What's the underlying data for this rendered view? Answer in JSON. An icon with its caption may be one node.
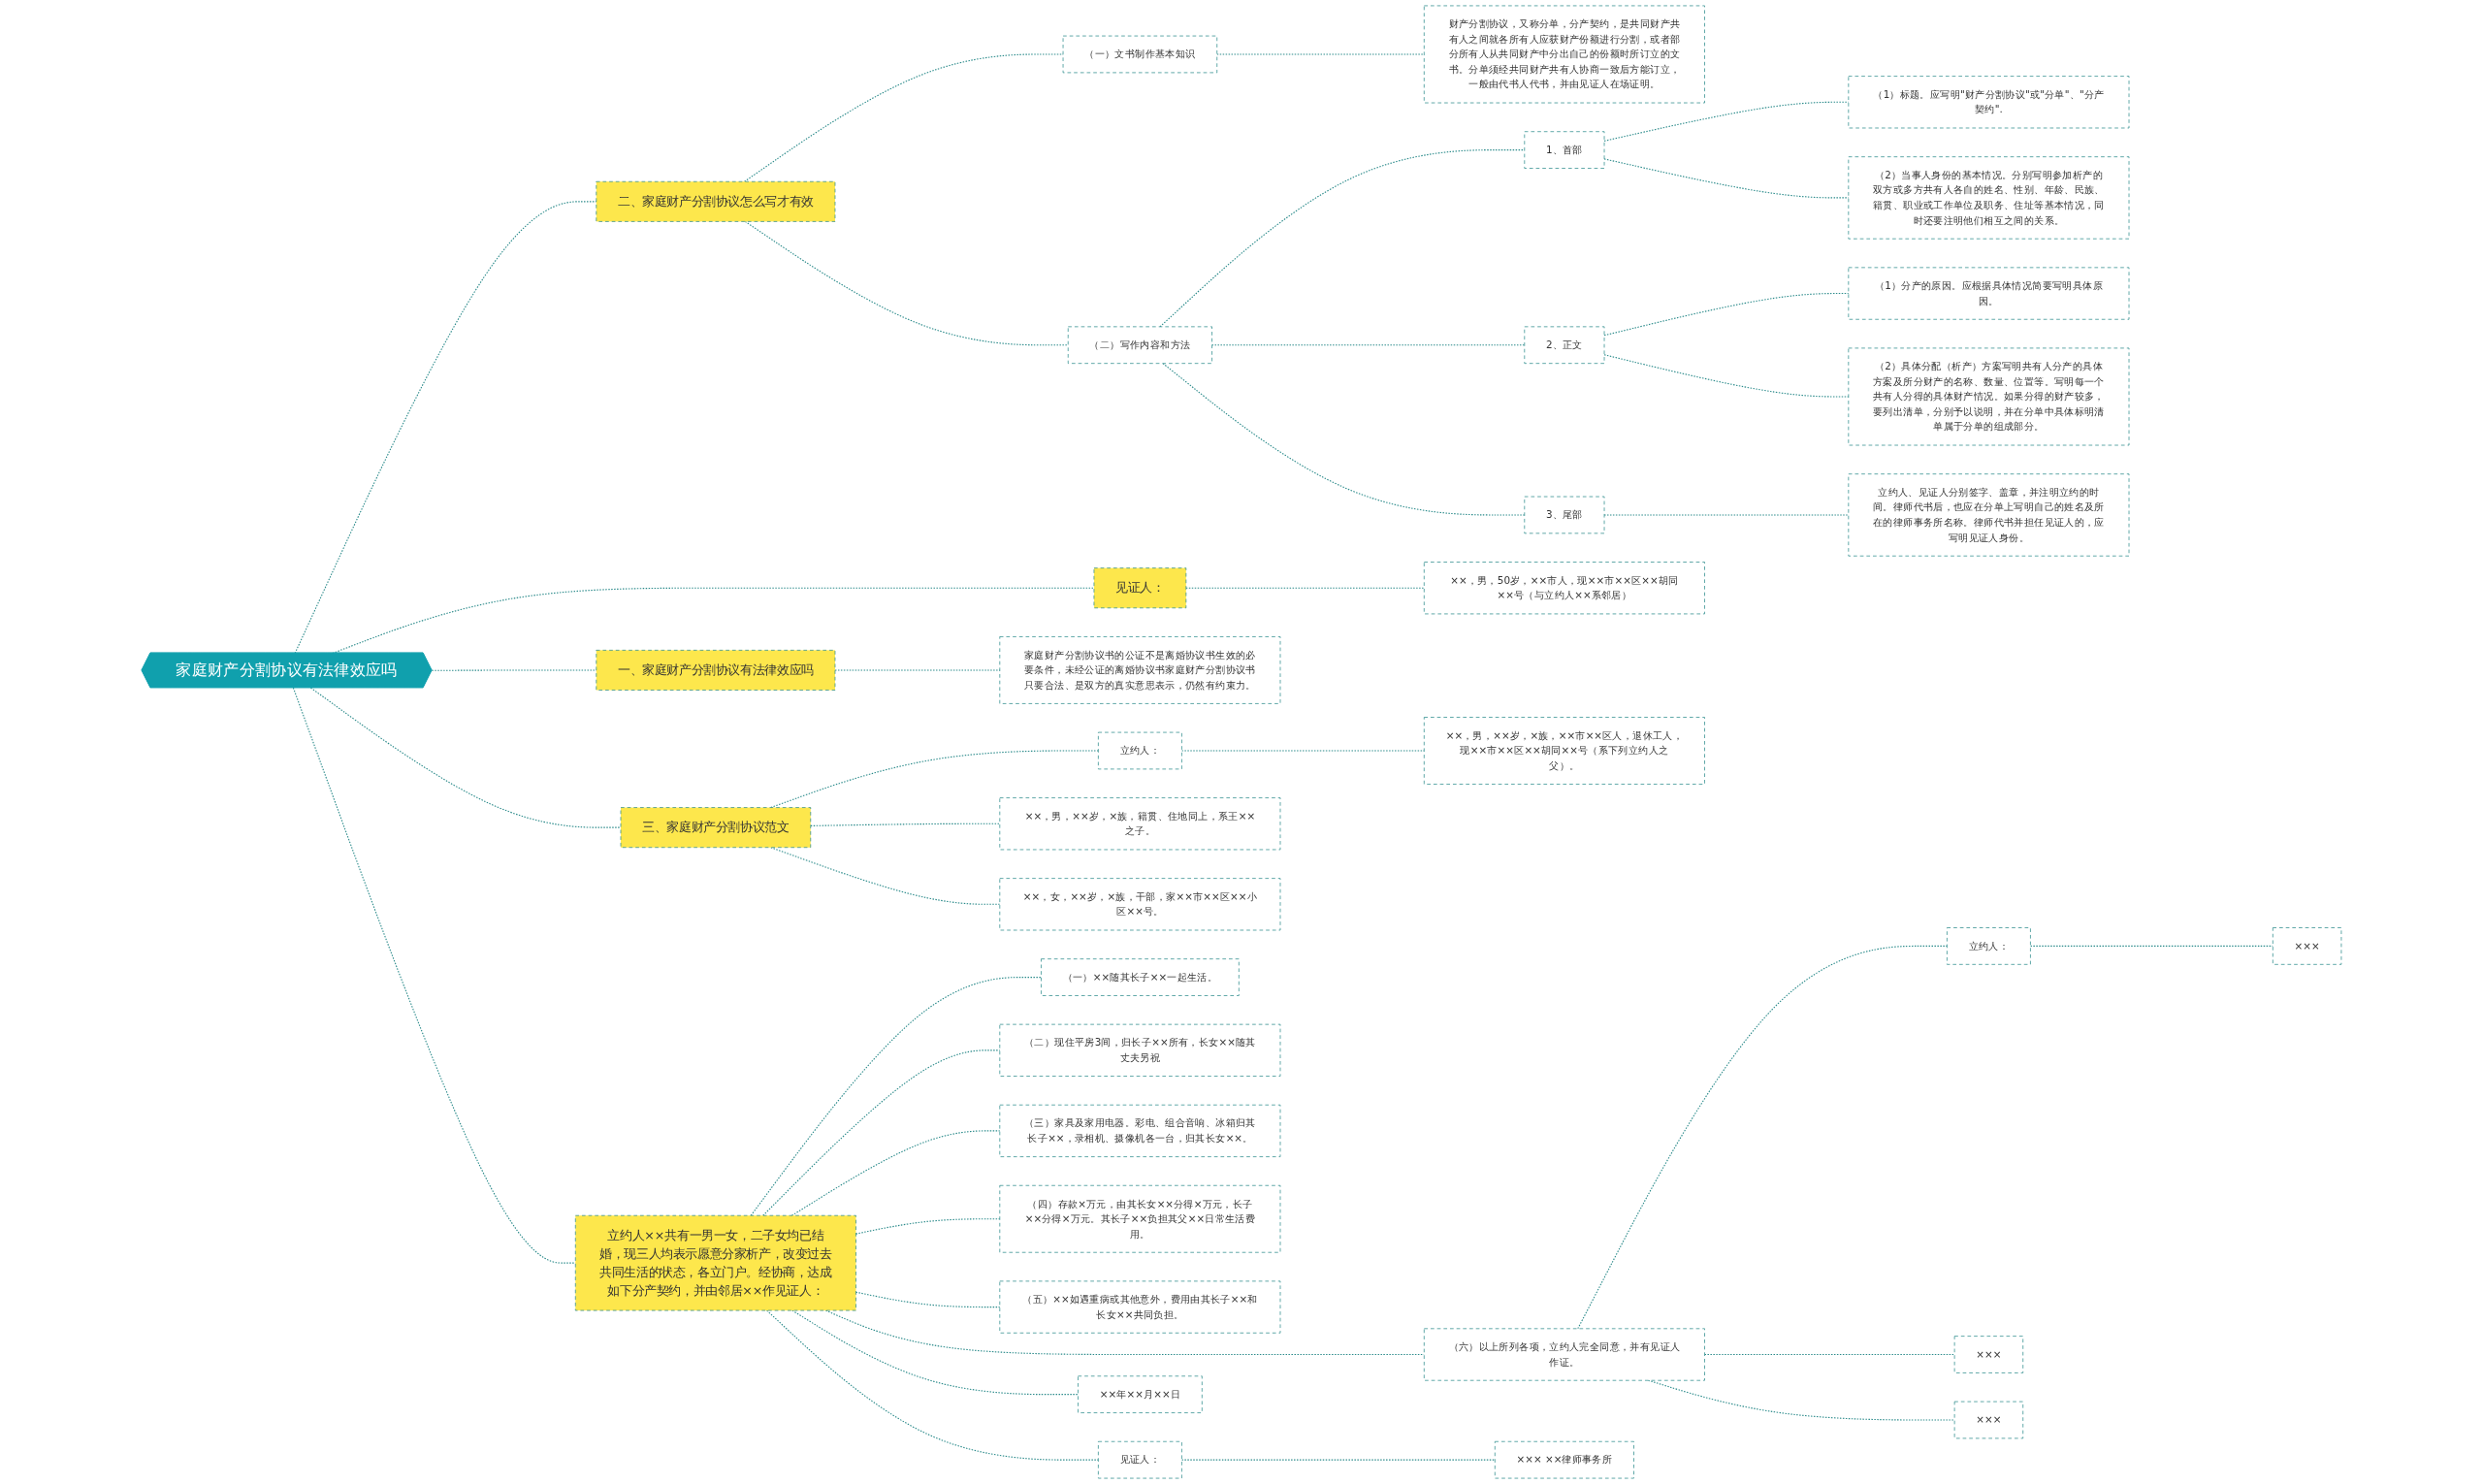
{
  "diagram": {
    "nodes": [
      {
        "text": [
          "家庭财产分割协议有法律效应吗"
        ]
      },
      {
        "text": [
          "二、家庭财产分割协议怎么写才有效"
        ]
      },
      {
        "text": [
          "（一）文书制作基本知识"
        ]
      },
      {
        "text": [
          "财产分割协议，又称分单，分产契约，是共同财产共有人之间就各所有人应获财产份额进行分割，或者部分所有人从共同财产中分出自己的份额时所订立的文书。分单须经共同财产共有人协商一致后方能订立，一般由代书人代书，并由见证人在场证明。"
        ]
      },
      {
        "text": [
          "（二）写作内容和方法"
        ]
      },
      {
        "text": [
          "1、首部"
        ]
      },
      {
        "text": [
          "（1）标题。应写明\"财产分割协议\"或\"分单\"、\"分产契约\"."
        ]
      },
      {
        "text": [
          "（2）当事人身份的基本情况。分别写明参加析产的双方或多方共有人各自的姓名、性别、年龄、民族、籍贯、职业或工作单位及职务、住址等基本情况，同时还要注明他们相互之间的关系。"
        ]
      },
      {
        "text": [
          "2、正文"
        ]
      },
      {
        "text": [
          "（1）分产的原因。应根据具体情况简要写明具体原因。"
        ]
      },
      {
        "text": [
          "（2）具体分配（析产）方案写明共有人分产的具体方案及所分财产的名称、数量、位置等。写明每一个共有人分得的具体财产情况。如果分得的财产较多，要列出清单，分别予以说明，并在分单中具体标明清单属于分单的组成部分。"
        ]
      },
      {
        "text": [
          "3、尾部"
        ]
      },
      {
        "text": [
          "立约人、见证人分别签字、盖章，并注明立约的时间。律师代书后，也应在分单上写明自己的姓名及所在的律师事务所名称。律师代书并担任见证人的，应写明见证人身份。"
        ]
      },
      {
        "text": [
          "见证人："
        ]
      },
      {
        "text": [
          "××，男，50岁，××市人，现××市××区××胡同××号（与立约人××系邻居）"
        ]
      },
      {
        "text": [
          "一、家庭财产分割协议有法律效应吗"
        ]
      },
      {
        "text": [
          "家庭财产分割协议书的公证不是离婚协议书生效的必要条件，未经公证的离婚协议书家庭财产分割协议书只要合法、是双方的真实意思表示，仍然有约束力。"
        ]
      },
      {
        "text": [
          "三、家庭财产分割协议范文"
        ]
      },
      {
        "text": [
          "立约人："
        ]
      },
      {
        "text": [
          "××，男，××岁，×族，××市××区人，退休工人，现××市××区××胡同××号（系下列立约人之父）。"
        ]
      },
      {
        "text": [
          "××，男，××岁，×族，籍贯、住地同上，系王××之子。"
        ]
      },
      {
        "text": [
          "××，女，××岁，×族，干部，家××市××区××小区××号。"
        ]
      },
      {
        "text": [
          "立约人××共有一男一女，二子女均已结婚，现三人均表示愿意分家析产，改变过去共同生活的状态，各立门户。经协商，达成如下分产契约，并由邻居××作见证人："
        ]
      },
      {
        "text": [
          "（一）××随其长子××一起生活。"
        ]
      },
      {
        "text": [
          "（二）现住平房3间，归长子××所有，长女××随其丈夫另祝"
        ]
      },
      {
        "text": [
          "（三）家具及家用电器。彩电、组合音响、冰箱归其长子××，录相机、摄像机各一台，归其长女××。"
        ]
      },
      {
        "text": [
          "（四）存款×万元，由其长女××分得×万元，长子××分得×万元。其长子××负担其父××日常生活费用。"
        ]
      },
      {
        "text": [
          "（五）××如遇重病或其他意外，费用由其长子××和长女××共同负担。"
        ]
      },
      {
        "text": [
          "（六）以上所列各项，立约人完全同意，并有见证人作证。"
        ]
      },
      {
        "text": [
          "立约人："
        ]
      },
      {
        "text": [
          "×××"
        ]
      },
      {
        "text": [
          "×××"
        ]
      },
      {
        "text": [
          "×××"
        ]
      },
      {
        "text": [
          "见证人："
        ]
      },
      {
        "text": [
          "××× ××律师事务所"
        ]
      },
      {
        "text": [
          "××年××月××日"
        ]
      }
    ],
    "edges": [
      {
        "from": 0,
        "to": 1,
        "arrow": "none",
        "style": "dashed"
      },
      {
        "from": 1,
        "to": 2,
        "arrow": "none",
        "style": "dashed"
      },
      {
        "from": 2,
        "to": 3,
        "arrow": "none",
        "style": "dashed"
      },
      {
        "from": 1,
        "to": 4,
        "arrow": "none",
        "style": "dashed"
      },
      {
        "from": 4,
        "to": 5,
        "arrow": "none",
        "style": "dashed"
      },
      {
        "from": 5,
        "to": 6,
        "arrow": "none",
        "style": "dashed"
      },
      {
        "from": 5,
        "to": 7,
        "arrow": "none",
        "style": "dashed"
      },
      {
        "from": 4,
        "to": 8,
        "arrow": "none",
        "style": "dashed"
      },
      {
        "from": 8,
        "to": 9,
        "arrow": "none",
        "style": "dashed"
      },
      {
        "from": 8,
        "to": 10,
        "arrow": "none",
        "style": "dashed"
      },
      {
        "from": 4,
        "to": 11,
        "arrow": "none",
        "style": "dashed"
      },
      {
        "from": 11,
        "to": 12,
        "arrow": "none",
        "style": "dashed"
      },
      {
        "from": 0,
        "to": 13,
        "arrow": "none",
        "style": "dashed"
      },
      {
        "from": 13,
        "to": 14,
        "arrow": "none",
        "style": "dashed"
      },
      {
        "from": 0,
        "to": 15,
        "arrow": "none",
        "style": "dashed"
      },
      {
        "from": 15,
        "to": 16,
        "arrow": "none",
        "style": "dashed"
      },
      {
        "from": 0,
        "to": 17,
        "arrow": "none",
        "style": "dashed"
      },
      {
        "from": 17,
        "to": 18,
        "arrow": "none",
        "style": "dashed"
      },
      {
        "from": 18,
        "to": 19,
        "arrow": "none",
        "style": "dashed"
      },
      {
        "from": 17,
        "to": 20,
        "arrow": "none",
        "style": "dashed"
      },
      {
        "from": 17,
        "to": 21,
        "arrow": "none",
        "style": "dashed"
      },
      {
        "from": 0,
        "to": 22,
        "arrow": "none",
        "style": "dashed"
      },
      {
        "from": 22,
        "to": 23,
        "arrow": "none",
        "style": "dashed"
      },
      {
        "from": 22,
        "to": 24,
        "arrow": "none",
        "style": "dashed"
      },
      {
        "from": 22,
        "to": 25,
        "arrow": "none",
        "style": "dashed"
      },
      {
        "from": 22,
        "to": 26,
        "arrow": "none",
        "style": "dashed"
      },
      {
        "from": 22,
        "to": 27,
        "arrow": "none",
        "style": "dashed"
      },
      {
        "from": 22,
        "to": 28,
        "arrow": "none",
        "style": "dashed"
      },
      {
        "from": 28,
        "to": 29,
        "arrow": "none",
        "style": "dashed"
      },
      {
        "from": 29,
        "to": 30,
        "arrow": "none",
        "style": "dashed"
      },
      {
        "from": 28,
        "to": 31,
        "arrow": "none",
        "style": "dashed"
      },
      {
        "from": 28,
        "to": 32,
        "arrow": "none",
        "style": "dashed"
      },
      {
        "from": 22,
        "to": 33,
        "arrow": "none",
        "style": "dashed"
      },
      {
        "from": 33,
        "to": 34,
        "arrow": "none",
        "style": "dashed"
      },
      {
        "from": 22,
        "to": 35,
        "arrow": "none",
        "style": "dashed"
      }
    ]
  }
}
